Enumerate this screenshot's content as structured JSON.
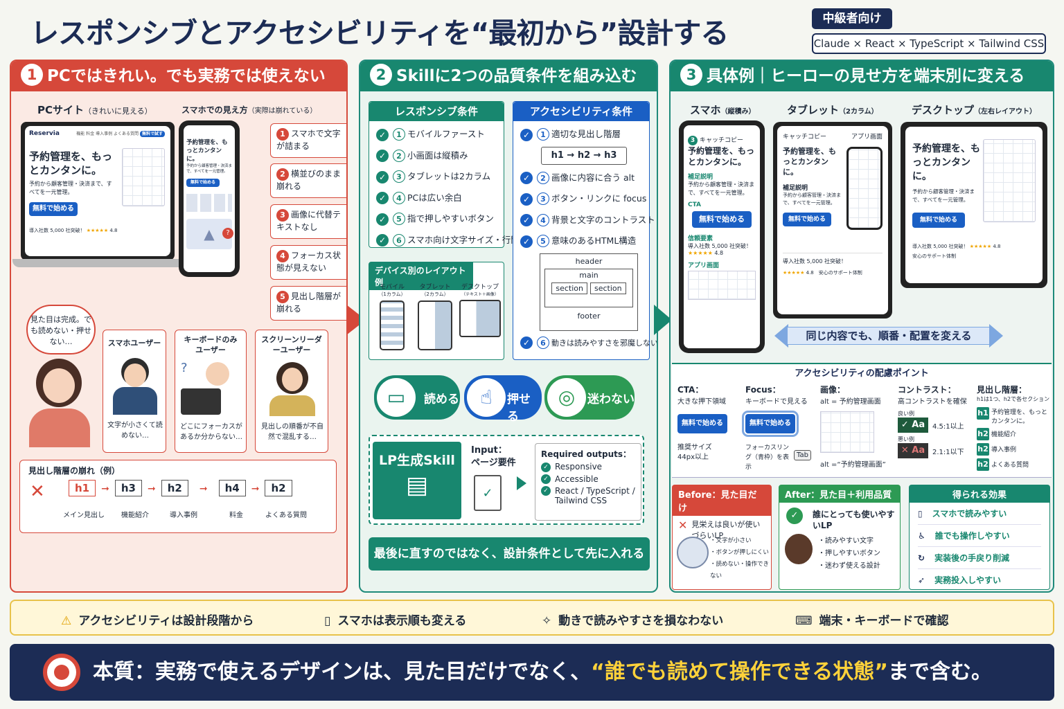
{
  "title": "レスポンシブとアクセシビリティを“最初から”設計する",
  "level": "中級者向け",
  "stack": "Claude × React × TypeScript × Tailwind CSS",
  "p1": {
    "num": "1",
    "title": "PCではきれい。でも実務では使えない",
    "pc_label": "PCサイト",
    "pc_note": "（きれいに見える）",
    "sp_label": "スマホでの見え方",
    "sp_note": "（実際は崩れている）",
    "pc_brand": "Reservia",
    "pc_nav": [
      "機能",
      "料金",
      "導入事例",
      "よくある質問"
    ],
    "pc_nav_btn": "無料で試す",
    "pc_h1": "予約管理を、もっとカンタンに。",
    "pc_sub": "予約から顧客管理・決済まで、すべてを一元管理。",
    "pc_btn": "無料で始める",
    "pc_proof": "導入社数 5,000 社突破！",
    "pc_stars": "★★★★★",
    "pc_rating": "4.8",
    "sp_h1": "予約管理を、もっとカンタンに。",
    "sp_sub": "予約から顧客管理・決済まで、すべてを一元管理。",
    "sp_btn": "無料で始める",
    "issues": [
      {
        "n": "1",
        "t": "スマホで文字が詰まる"
      },
      {
        "n": "2",
        "t": "横並びのまま崩れる"
      },
      {
        "n": "3",
        "t": "画像に代替テキストなし"
      },
      {
        "n": "4",
        "t": "フォーカス状態が見えない"
      },
      {
        "n": "5",
        "t": "見出し階層が崩れる"
      }
    ],
    "bubble": "見た目は完成。でも読めない・押せない…",
    "users": [
      {
        "title": "スマホユーザー",
        "note": "文字が小さくて読めない…"
      },
      {
        "title": "キーボードのみユーザー",
        "note": "どこにフォーカスがあるか分からない…"
      },
      {
        "title": "スクリーンリーダーユーザー",
        "note": "見出しの順番が不自然で混乱する…"
      }
    ],
    "heading_title": "見出し階層の崩れ（例）",
    "headings": [
      {
        "tag": "h1",
        "label": "メイン見出し"
      },
      {
        "tag": "h3",
        "label": "機能紹介"
      },
      {
        "tag": "h2",
        "label": "導入事例"
      },
      {
        "tag": "h4",
        "label": "料金"
      },
      {
        "tag": "h2",
        "label": "よくある質問"
      }
    ],
    "x_mark": "✕"
  },
  "p2": {
    "num": "2",
    "title": "Skillに2つの品質条件を組み込む",
    "resp_title": "レスポンシブ条件",
    "resp": [
      {
        "n": "1",
        "t": "モバイルファースト"
      },
      {
        "n": "2",
        "t": "小画面は縦積み"
      },
      {
        "n": "3",
        "t": "タブレットは2カラム"
      },
      {
        "n": "4",
        "t": "PCは広い余白"
      },
      {
        "n": "5",
        "t": "指で押しやすいボタン"
      },
      {
        "n": "6",
        "t": "スマホ向け文字サイズ・行間"
      }
    ],
    "a11y_title": "アクセシビリティ条件",
    "a11y": [
      {
        "n": "1",
        "t": "適切な見出し階層"
      },
      {
        "n": "2",
        "t": "画像に内容に合う alt"
      },
      {
        "n": "3",
        "t": "ボタン・リンクに focus"
      },
      {
        "n": "4",
        "t": "背景と文字のコントラスト"
      },
      {
        "n": "5",
        "t": "意味のあるHTML構造"
      },
      {
        "n": "6",
        "t": "動きは読みやすさを邪魔しない"
      }
    ],
    "hseq": "h1 → h2 → h3",
    "html_struct": {
      "header": "header",
      "main": "main",
      "section1": "section",
      "section2": "section",
      "footer": "footer"
    },
    "layout_title": "デバイス別のレイアウト例",
    "layouts": [
      {
        "name": "モバイル",
        "note": "（1カラム）"
      },
      {
        "name": "タブレット",
        "note": "（2カラム）"
      },
      {
        "name": "デスクトップ",
        "note": "（テキスト＋画像）"
      }
    ],
    "pills": [
      {
        "t": "読める"
      },
      {
        "t": "押せる"
      },
      {
        "t": "迷わない"
      }
    ],
    "skill_name": "LP生成Skill",
    "input_label": "Input：",
    "input_value": "ページ要件",
    "req_title": "Required outputs：",
    "req": [
      "Responsive",
      "Accessible",
      "React / TypeScript / Tailwind CSS"
    ],
    "banner": "最後に直すのではなく、設計条件として先に入れる"
  },
  "p3": {
    "num": "3",
    "title": "具体例｜ヒーローの見せ方を端末別に変える",
    "devices": [
      {
        "name": "スマホ",
        "note": "（縦積み）"
      },
      {
        "name": "タブレット",
        "note": "（2カラム）"
      },
      {
        "name": "デスクトップ",
        "note": "（左右レイアウト）"
      }
    ],
    "sp": {
      "s1": "キャッチコピー",
      "h1": "予約管理を、もっとカンタンに。",
      "s2": "補足説明",
      "sub": "予約から顧客管理・決済まで、すべてを一元管理。",
      "s3": "CTA",
      "btn": "無料で始める",
      "s4": "信頼要素",
      "proof": "導入社数 5,000 社突破！",
      "stars": "★★★★★",
      "rating": "4.8",
      "s5": "アプリ画面"
    },
    "tb": {
      "catch": "キャッチコピー",
      "app": "アプリ画面",
      "h1": "予約管理を、もっとカンタンに。",
      "sub_label": "補足説明",
      "sub": "予約から顧客管理・決済まで、すべてを一元管理。",
      "btn": "無料で始める",
      "proof": "導入社数 5,000 社突破！",
      "stars": "★★★★★",
      "rating": "4.8",
      "support": "安心のサポート体制"
    },
    "dt": {
      "h1": "予約管理を、もっとカンタンに。",
      "sub": "予約から顧客管理・決済まで、すべてを一元管理。",
      "btn": "無料で始める",
      "proof": "導入社数 5,000 社突破！",
      "stars": "★★★★★",
      "rating": "4.8",
      "support": "安心のサポート体制"
    },
    "order_banner": "同じ内容でも、順番・配置を変える",
    "a11y_title": "アクセシビリティの配慮ポイント",
    "points": {
      "cta_t": "CTA：",
      "cta_d": "大きな押下領域",
      "cta_btn": "無料で始める",
      "cta_size": "推奨サイズ 44px以上",
      "focus_t": "Focus：",
      "focus_d": "キーボードで見える",
      "focus_btn": "無料で始める",
      "focus_ring": "フォーカスリング（青枠）を表示",
      "tab": "Tab",
      "img_t": "画像：",
      "img_d": "alt = 予約管理画面",
      "img_alt": "alt =“予約管理画面”",
      "con_t": "コントラスト：",
      "con_d": "高コントラストを確保",
      "good": "良い例",
      "good_ratio": "4.5:1以上",
      "bad": "悪い例",
      "bad_ratio": "2.1:1以下",
      "aa": "Aa",
      "hd_t": "見出し階層：",
      "hd_d": "h1は1つ、h2で各セクション",
      "hd": [
        {
          "tag": "h1",
          "t": "予約管理を、もっとカンタンに。"
        },
        {
          "tag": "h2",
          "t": "機能紹介"
        },
        {
          "tag": "h2",
          "t": "導入事例"
        },
        {
          "tag": "h2",
          "t": "よくある質問"
        }
      ]
    },
    "before_title": "Before：見た目だけ",
    "before_main": "見栄えは良いが使いづらいLP",
    "before_items": [
      "文字が小さい",
      "ボタンが押しにくい",
      "読めない・操作できない"
    ],
    "after_title": "After：見た目＋利用品質",
    "after_main": "誰にとっても使いやすいLP",
    "after_items": [
      "読みやすい文字",
      "押しやすいボタン",
      "迷わず使える設計"
    ],
    "effect_title": "得られる効果",
    "effects": [
      "スマホで読みやすい",
      "誰でも操作しやすい",
      "実装後の手戻り削減",
      "実務投入しやすい"
    ]
  },
  "footer": [
    "アクセシビリティは設計段階から",
    "スマホは表示順も変える",
    "動きで読みやすさを損なわない",
    "端末・キーボードで確認"
  ],
  "bottom": {
    "pre": "本質：実務で使えるデザインは、見た目だけでなく、",
    "hl": "“誰でも読めて操作できる状態”",
    "post": "まで含む。"
  },
  "colors": {
    "red": "#d6483a",
    "green": "#18876f",
    "navy": "#1c2c55",
    "blue": "#1a5fc4",
    "yellow": "#ffd23a"
  }
}
